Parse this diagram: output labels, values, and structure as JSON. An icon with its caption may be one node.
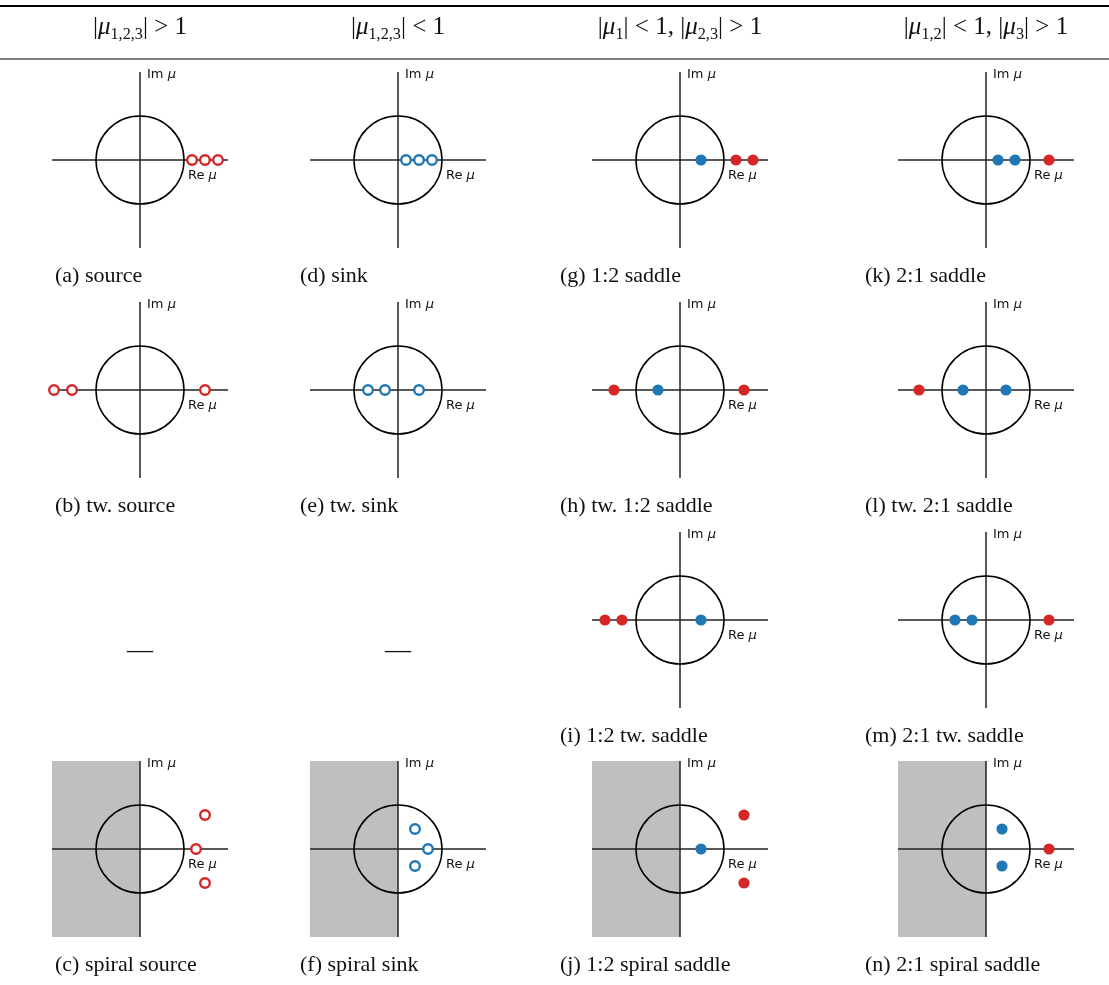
{
  "diagram": {
    "labels": [
      "|*μ*$_{1,2,3}$| > 1",
      "|*μ*$_{1,2,3}$| < 1",
      "|*μ*$_{1}$| < 1, |*μ*$_{2,3}$| > 1",
      "|*μ*$_{1,2}$| < 1, |*μ*$_{3}$| > 1",
      "Im *μ*",
      "Re *μ*",
      "(a) source",
      "Im *μ*",
      "Re *μ*",
      "(d) sink",
      "Im *μ*",
      "Re *μ*",
      "(g) 1:2 saddle",
      "Im *μ*",
      "Re *μ*",
      "(k) 2:1 saddle",
      "Im *μ*",
      "Re *μ*",
      "(b) tw. source",
      "Im *μ*",
      "Re *μ*",
      "(e) tw. sink",
      "Im *μ*",
      "Re *μ*",
      "(h) tw. 1:2 saddle",
      "Im *μ*",
      "Re *μ*",
      "(l) tw. 2:1 saddle",
      "—",
      "—",
      "Im *μ*",
      "Re *μ*",
      "(i) 1:2 tw. saddle",
      "Im *μ*",
      "Re *μ*",
      "(m) 2:1 tw. saddle",
      "Im *μ*",
      "Re *μ*",
      "(c) spiral source",
      "Im *μ*",
      "Re *μ*",
      "(f) spiral sink",
      "Im *μ*",
      "Re *μ*",
      "(j) 1:2 spiral saddle",
      "Im *μ*",
      "Re *μ*",
      "(n) 2:1 spiral saddle"
    ]
  }
}
